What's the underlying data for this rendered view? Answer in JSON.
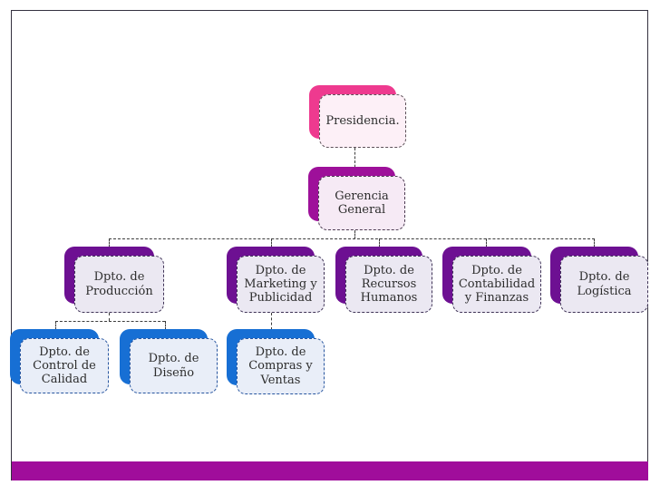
{
  "slide": {
    "background_color": "#ffffff",
    "border_color": "#34313f",
    "footer_bar_color": "#a00d9b"
  },
  "org_chart": {
    "themes": {
      "pink": {
        "shadow": "#ee3a8f",
        "fill": "#fdf0f7",
        "border": "#5c5158"
      },
      "magenta": {
        "shadow": "#9e109a",
        "fill": "#f6eaf5",
        "border": "#4c3b51"
      },
      "purple": {
        "shadow": "#6d1092",
        "fill": "#ebe8f2",
        "border": "#3f3356"
      },
      "blue": {
        "shadow": "#176fd4",
        "fill": "#e9eef8",
        "border": "#27559f"
      }
    },
    "nodes": [
      {
        "id": "presidencia",
        "label": "Presidencia.",
        "level": 1,
        "theme": "pink",
        "parent": null
      },
      {
        "id": "gerencia-general",
        "label": "Gerencia General",
        "level": 2,
        "theme": "magenta",
        "parent": "presidencia"
      },
      {
        "id": "produccion",
        "label": "Dpto. de Producción",
        "level": 3,
        "theme": "purple",
        "parent": "gerencia-general"
      },
      {
        "id": "marketing-publicidad",
        "label": "Dpto. de Marketing y Publicidad",
        "level": 3,
        "theme": "purple",
        "parent": "gerencia-general"
      },
      {
        "id": "recursos-humanos",
        "label": "Dpto. de Recursos Humanos",
        "level": 3,
        "theme": "purple",
        "parent": "gerencia-general"
      },
      {
        "id": "contabilidad-finanzas",
        "label": "Dpto. de Contabilidad y Finanzas",
        "level": 3,
        "theme": "purple",
        "parent": "gerencia-general"
      },
      {
        "id": "logistica",
        "label": "Dpto. de Logística",
        "level": 3,
        "theme": "purple",
        "parent": "gerencia-general"
      },
      {
        "id": "control-calidad",
        "label": "Dpto. de Control de Calidad",
        "level": 4,
        "theme": "blue",
        "parent": "produccion"
      },
      {
        "id": "diseno",
        "label": "Dpto. de Diseño",
        "level": 4,
        "theme": "blue",
        "parent": "produccion"
      },
      {
        "id": "compras-ventas",
        "label": "Dpto. de Compras y Ventas",
        "level": 4,
        "theme": "blue",
        "parent": "marketing-publicidad"
      }
    ]
  }
}
